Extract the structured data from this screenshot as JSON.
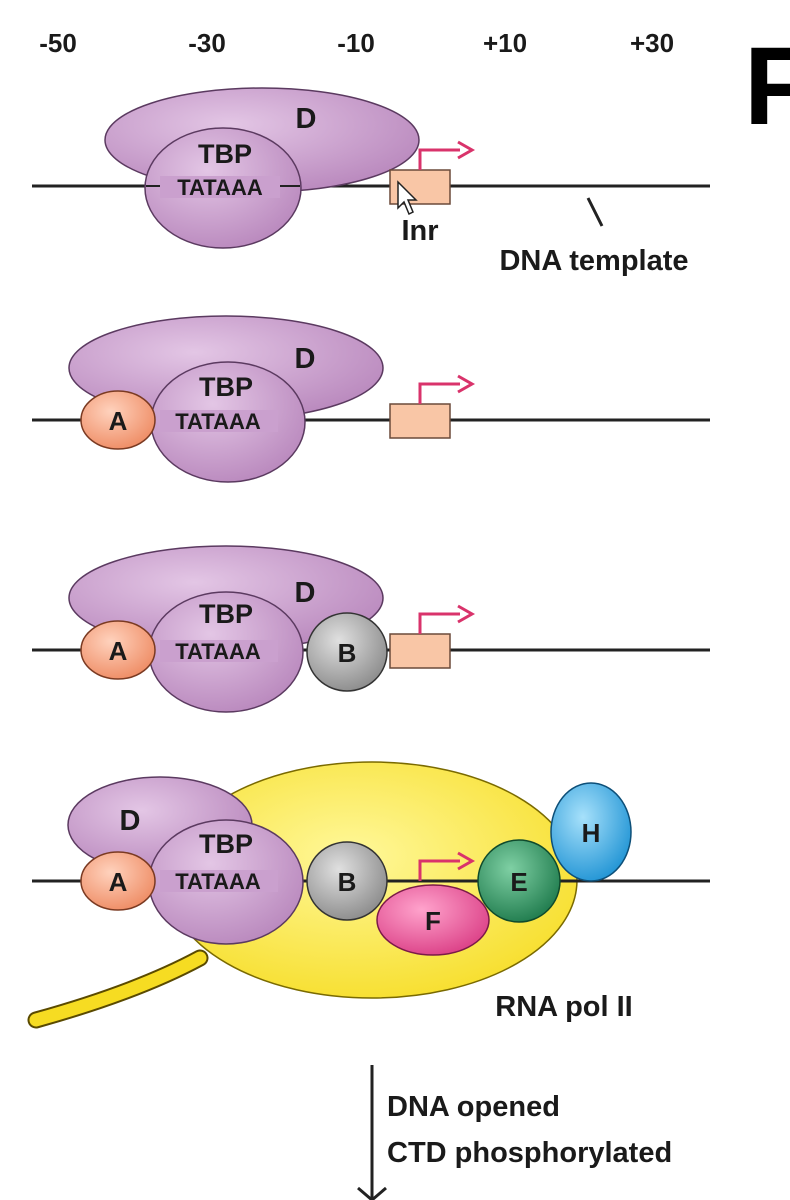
{
  "axis": {
    "ticks": [
      "-50",
      "-30",
      "-10",
      "+10",
      "+30"
    ]
  },
  "panel_letter": "F",
  "labels": {
    "tbp": "TBP",
    "tata": "TATAAA",
    "d": "D",
    "a": "A",
    "b": "B",
    "e": "E",
    "f": "F",
    "h": "H",
    "inr": "Inr",
    "dna_template": "DNA template",
    "rna_pol": "RNA pol II",
    "step_line1": "DNA opened",
    "step_line2": "CTD phosphorylated"
  },
  "colors": {
    "tfiid": "#c79ccb",
    "tfiia": "#f3a27f",
    "tfiib": "#9a9a9a",
    "tfiie": "#2f8f5f",
    "tfiif": "#e8559a",
    "tfiih": "#2aa3de",
    "polII": "#fbe845",
    "inr_box": "#f9c6a6",
    "arrow": "#d9336b",
    "dna": "#222222"
  }
}
